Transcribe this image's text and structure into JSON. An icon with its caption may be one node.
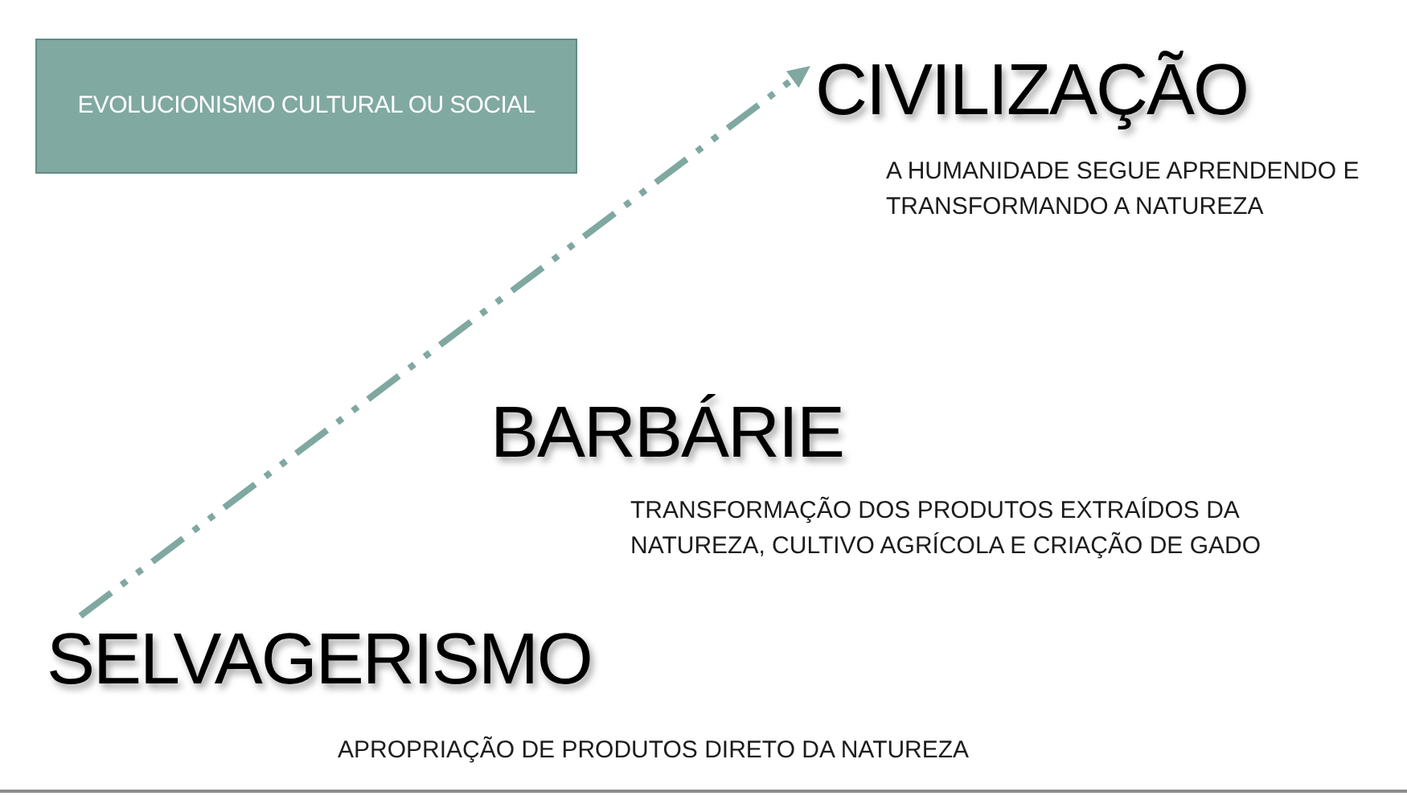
{
  "diagram": {
    "nodes": [
      {
        "text": [
          "EVOLUCIONISMO CULTURAL OU SOCIAL"
        ]
      },
      {
        "text": [
          "CIVILIZAÇÃO"
        ],
        "beside": [
          "A HUMANIDADE SEGUE APRENDENDO E TRANSFORMANDO A NATUREZA"
        ]
      },
      {
        "text": [
          "BARBÁRIE"
        ],
        "beside": [
          "TRANSFORMAÇÃO DOS PRODUTOS EXTRAÍDOS DA NATUREZA, CULTIVO AGRÍCOLA E CRIAÇÃO DE GADO"
        ]
      },
      {
        "text": [
          "SELVAGERISMO"
        ],
        "beside": [
          "APROPRIAÇÃO DE PRODUTOS DIRETO DA NATUREZA"
        ]
      }
    ],
    "edges": [
      {
        "from": 3,
        "to": 1,
        "arrow": "to",
        "style": "dashed"
      }
    ]
  }
}
